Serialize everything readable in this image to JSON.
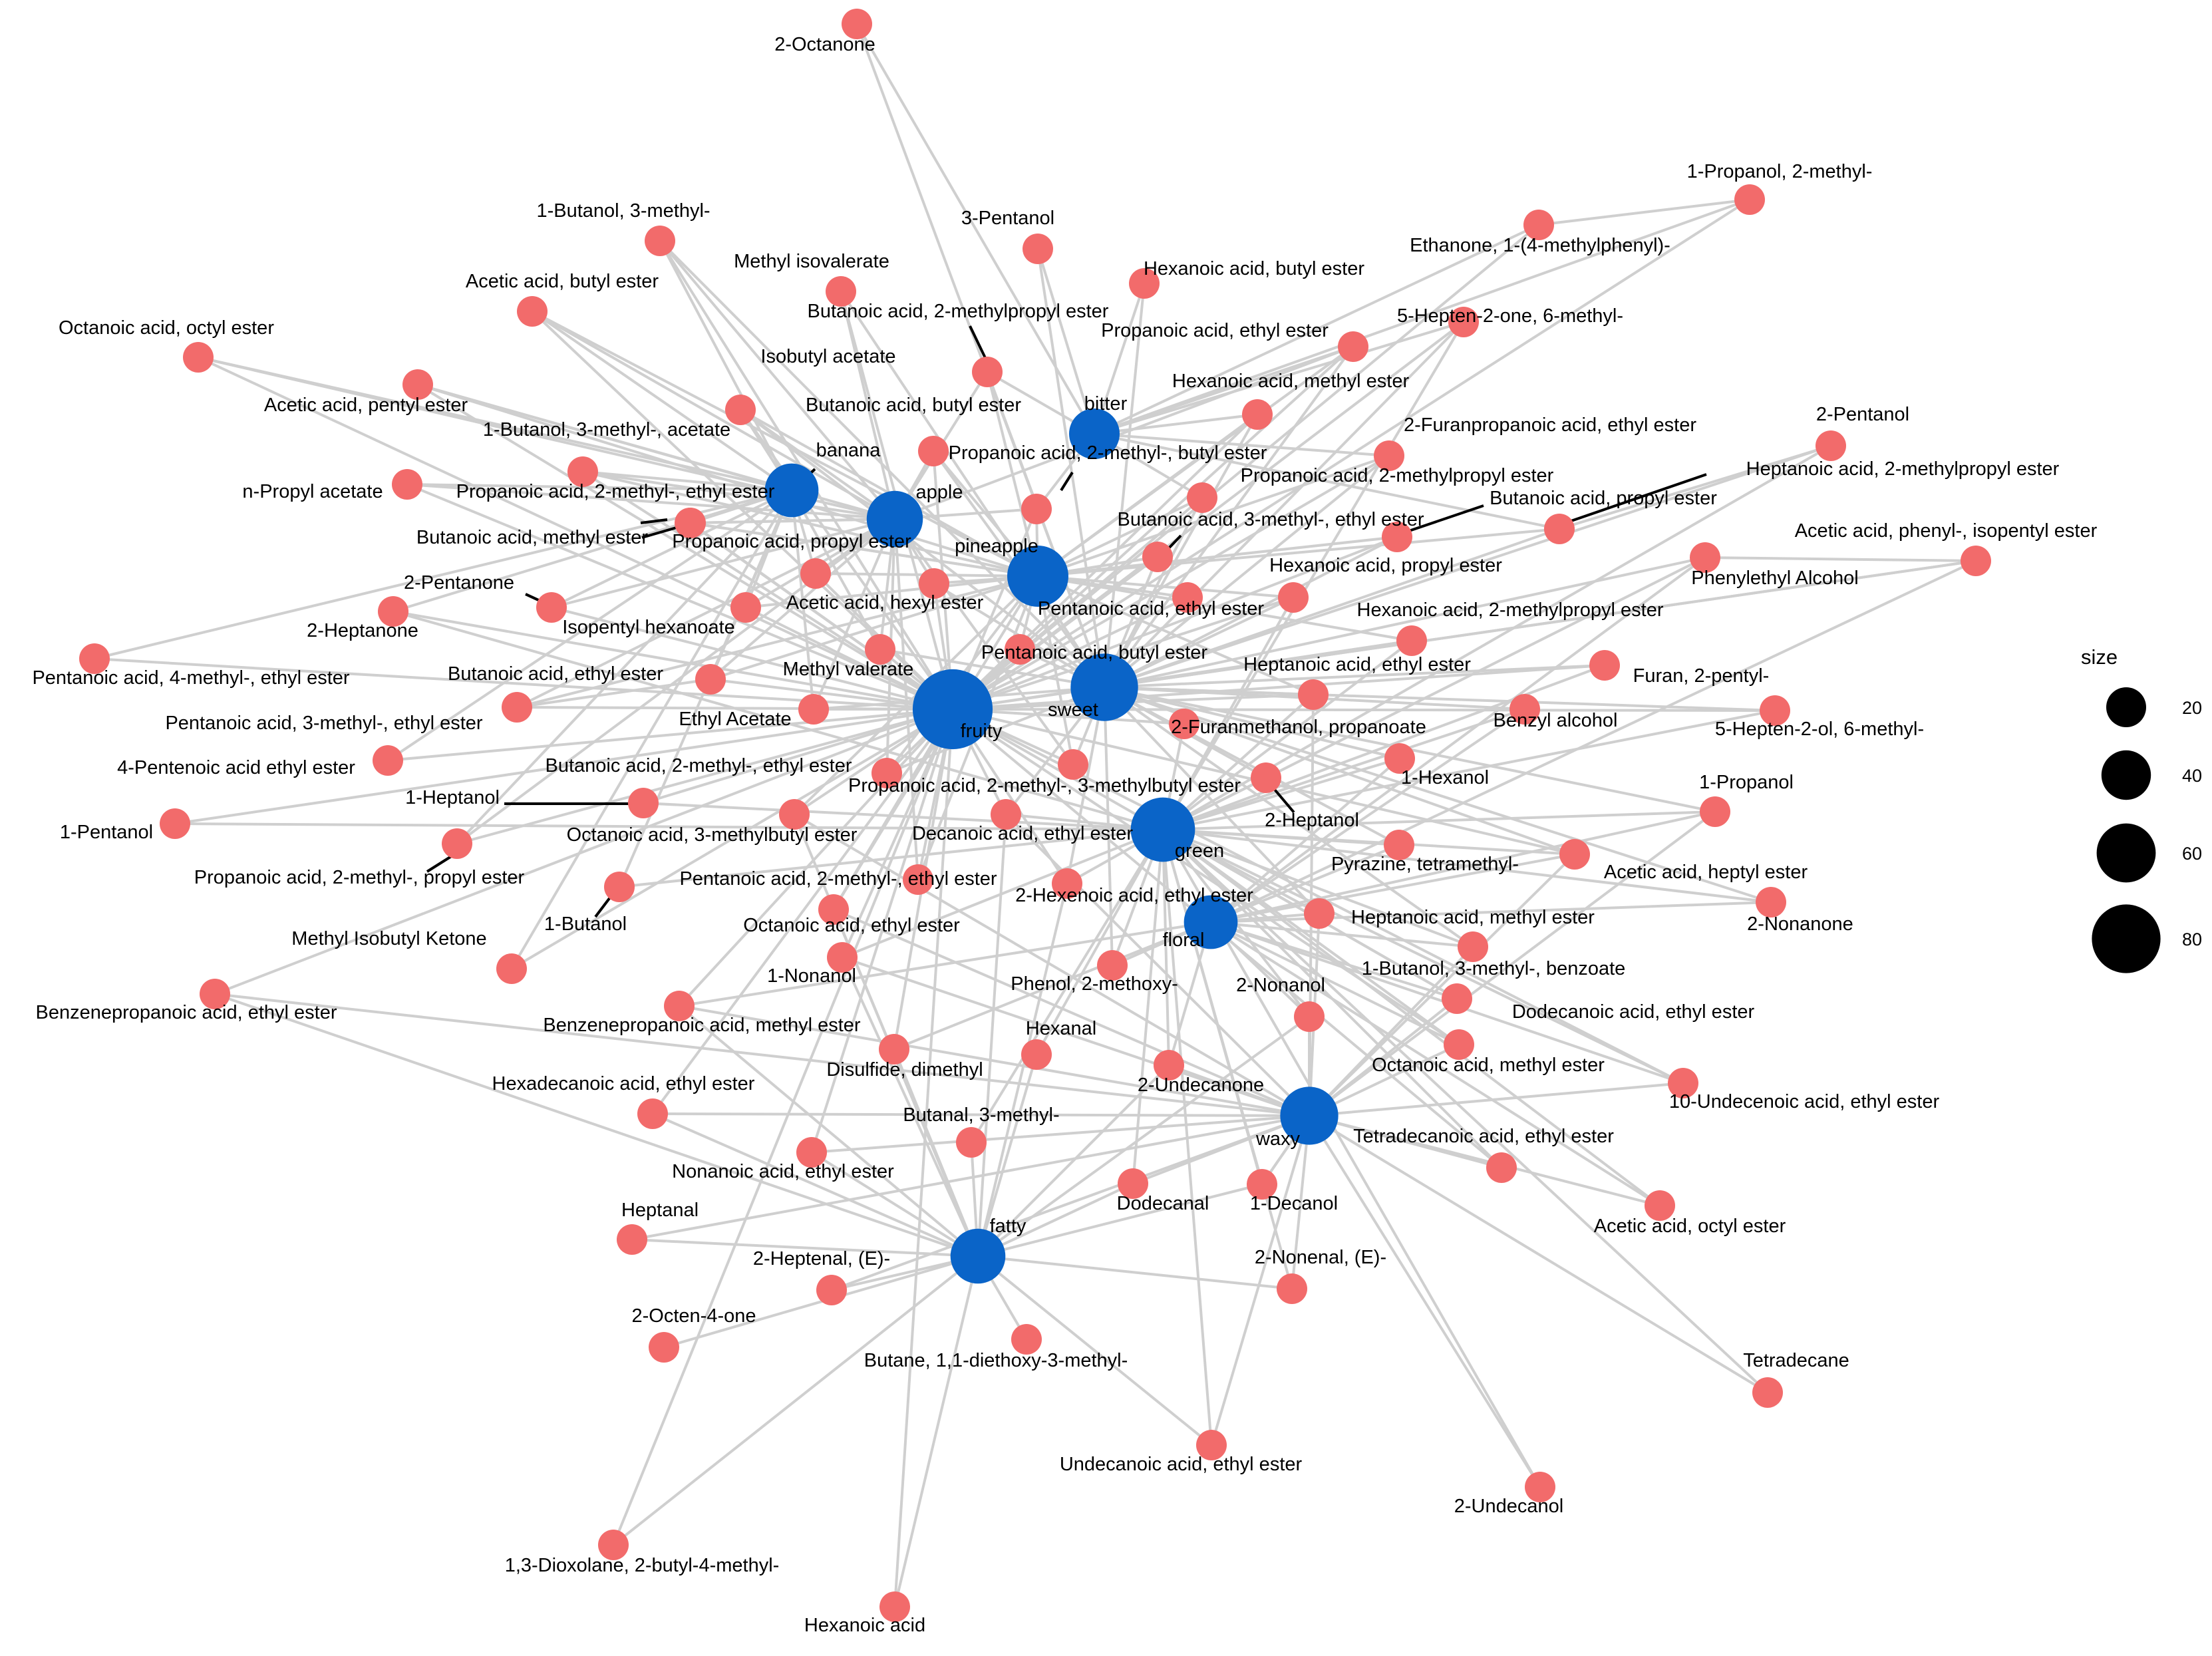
{
  "colors": {
    "category_node": "#0a64c8",
    "compound_node": "#f26b6b",
    "edge": "#cfcfcf",
    "leader": "#000000",
    "legend_dot": "#000000"
  },
  "legend": {
    "title": "size",
    "items": [
      {
        "label": "20",
        "value": 20
      },
      {
        "label": "40",
        "value": 40
      },
      {
        "label": "60",
        "value": 60
      },
      {
        "label": "80",
        "value": 80
      }
    ]
  },
  "category_nodes": [
    {
      "id": "fruity",
      "label": "fruity",
      "size": 80
    },
    {
      "id": "sweet",
      "label": "sweet",
      "size": 60
    },
    {
      "id": "green",
      "label": "green",
      "size": 55
    },
    {
      "id": "pineapple",
      "label": "pineapple",
      "size": 50
    },
    {
      "id": "waxy",
      "label": "waxy",
      "size": 45
    },
    {
      "id": "apple",
      "label": "apple",
      "size": 42
    },
    {
      "id": "fatty",
      "label": "fatty",
      "size": 40
    },
    {
      "id": "banana",
      "label": "banana",
      "size": 38
    },
    {
      "id": "floral",
      "label": "floral",
      "size": 38
    },
    {
      "id": "bitter",
      "label": "bitter",
      "size": 33
    }
  ],
  "compound_nodes": [
    {
      "id": "c1",
      "label": "2-Octanone"
    },
    {
      "id": "c2",
      "label": "1-Propanol, 2-methyl-"
    },
    {
      "id": "c3",
      "label": "1-Butanol, 3-methyl-"
    },
    {
      "id": "c4",
      "label": "3-Pentanol"
    },
    {
      "id": "c5",
      "label": "Ethanone, 1-(4-methylphenyl)-"
    },
    {
      "id": "c6",
      "label": "Methyl isovalerate"
    },
    {
      "id": "c7",
      "label": "Hexanoic acid, butyl ester"
    },
    {
      "id": "c8",
      "label": "Acetic acid, butyl ester"
    },
    {
      "id": "c9",
      "label": "Butanoic acid, 2-methylpropyl ester"
    },
    {
      "id": "c10",
      "label": "Octanoic acid, octyl ester"
    },
    {
      "id": "c11",
      "label": "Propanoic acid, ethyl ester"
    },
    {
      "id": "c12",
      "label": "5-Hepten-2-one, 6-methyl-"
    },
    {
      "id": "c13",
      "label": "Isobutyl acetate"
    },
    {
      "id": "c14",
      "label": "Hexanoic acid, methyl ester"
    },
    {
      "id": "c15",
      "label": "Acetic acid, pentyl ester"
    },
    {
      "id": "c16",
      "label": "Butanoic acid, butyl ester"
    },
    {
      "id": "c17",
      "label": "2-Furanpropanoic acid, ethyl ester"
    },
    {
      "id": "c18",
      "label": "1-Butanol, 3-methyl-, acetate"
    },
    {
      "id": "c19",
      "label": "2-Pentanol"
    },
    {
      "id": "c20",
      "label": "Propanoic acid, 2-methyl-, butyl ester"
    },
    {
      "id": "c21",
      "label": "Heptanoic acid, 2-methylpropyl ester"
    },
    {
      "id": "c22",
      "label": "n-Propyl acetate"
    },
    {
      "id": "c23",
      "label": "Propanoic acid, 2-methyl-, ethyl ester"
    },
    {
      "id": "c24",
      "label": "Propanoic acid, 2-methylpropyl ester"
    },
    {
      "id": "c25",
      "label": "Butanoic acid, propyl ester"
    },
    {
      "id": "c26",
      "label": "Butanoic acid, methyl ester"
    },
    {
      "id": "c27",
      "label": "Propanoic acid, propyl ester"
    },
    {
      "id": "c28",
      "label": "Butanoic acid, 3-methyl-, ethyl ester"
    },
    {
      "id": "c29",
      "label": "Acetic acid, phenyl-, isopentyl ester"
    },
    {
      "id": "c30",
      "label": "Phenylethyl Alcohol"
    },
    {
      "id": "c31",
      "label": "2-Pentanone"
    },
    {
      "id": "c32",
      "label": "Hexanoic acid, propyl ester"
    },
    {
      "id": "c33",
      "label": "2-Heptanone"
    },
    {
      "id": "c34",
      "label": "Isopentyl hexanoate"
    },
    {
      "id": "c35",
      "label": "Acetic acid, hexyl ester"
    },
    {
      "id": "c36",
      "label": "Pentanoic acid, ethyl ester"
    },
    {
      "id": "c37",
      "label": "Hexanoic acid, 2-methylpropyl ester"
    },
    {
      "id": "c38",
      "label": "Pentanoic acid, butyl ester"
    },
    {
      "id": "c39",
      "label": "Pentanoic acid, 4-methyl-, ethyl ester"
    },
    {
      "id": "c40",
      "label": "Butanoic acid, ethyl ester"
    },
    {
      "id": "c41",
      "label": "Methyl valerate"
    },
    {
      "id": "c42",
      "label": "Heptanoic acid, ethyl ester"
    },
    {
      "id": "c43",
      "label": "Furan, 2-pentyl-"
    },
    {
      "id": "c44",
      "label": "Pentanoic acid, 3-methyl-, ethyl ester"
    },
    {
      "id": "c45",
      "label": "Ethyl Acetate"
    },
    {
      "id": "c46",
      "label": "5-Hepten-2-ol, 6-methyl-"
    },
    {
      "id": "c47",
      "label": "2-Furanmethanol, propanoate"
    },
    {
      "id": "c48",
      "label": "Benzyl alcohol"
    },
    {
      "id": "c49",
      "label": "4-Pentenoic acid ethyl ester"
    },
    {
      "id": "c50",
      "label": "Butanoic acid, 2-methyl-, ethyl ester"
    },
    {
      "id": "c51",
      "label": "1-Hexanol"
    },
    {
      "id": "c52",
      "label": "1-Propanol"
    },
    {
      "id": "c53",
      "label": "Propanoic acid, 2-methyl-, 3-methylbutyl ester"
    },
    {
      "id": "c54",
      "label": "1-Heptanol"
    },
    {
      "id": "c55",
      "label": "2-Heptanol"
    },
    {
      "id": "c56",
      "label": "1-Pentanol"
    },
    {
      "id": "c57",
      "label": "Octanoic acid, 3-methylbutyl ester"
    },
    {
      "id": "c58",
      "label": "Decanoic acid, ethyl ester"
    },
    {
      "id": "c59",
      "label": "Pyrazine, tetramethyl-"
    },
    {
      "id": "c60",
      "label": "Acetic acid, heptyl ester"
    },
    {
      "id": "c61",
      "label": "Propanoic acid, 2-methyl-, propyl ester"
    },
    {
      "id": "c62",
      "label": "Pentanoic acid, 2-methyl-, ethyl ester"
    },
    {
      "id": "c63",
      "label": "2-Hexenoic acid, ethyl ester"
    },
    {
      "id": "c64",
      "label": "2-Nonanone"
    },
    {
      "id": "c65",
      "label": "1-Butanol"
    },
    {
      "id": "c66",
      "label": "Octanoic acid, ethyl ester"
    },
    {
      "id": "c67",
      "label": "Heptanoic acid, methyl ester"
    },
    {
      "id": "c68",
      "label": "Methyl Isobutyl Ketone"
    },
    {
      "id": "c69",
      "label": "1-Butanol, 3-methyl-, benzoate"
    },
    {
      "id": "c70",
      "label": "1-Nonanol"
    },
    {
      "id": "c71",
      "label": "Phenol, 2-methoxy-"
    },
    {
      "id": "c72",
      "label": "2-Nonanol"
    },
    {
      "id": "c73",
      "label": "Benzenepropanoic acid, ethyl ester"
    },
    {
      "id": "c74",
      "label": "Dodecanoic acid, ethyl ester"
    },
    {
      "id": "c75",
      "label": "Benzenepropanoic acid, methyl ester"
    },
    {
      "id": "c76",
      "label": "Hexanal"
    },
    {
      "id": "c77",
      "label": "Disulfide, dimethyl"
    },
    {
      "id": "c78",
      "label": "Octanoic acid, methyl ester"
    },
    {
      "id": "c79",
      "label": "Hexadecanoic acid, ethyl ester"
    },
    {
      "id": "c80",
      "label": "2-Undecanone"
    },
    {
      "id": "c81",
      "label": "10-Undecenoic acid, ethyl ester"
    },
    {
      "id": "c82",
      "label": "Butanal, 3-methyl-"
    },
    {
      "id": "c83",
      "label": "Tetradecanoic acid, ethyl ester"
    },
    {
      "id": "c84",
      "label": "Nonanoic acid, ethyl ester"
    },
    {
      "id": "c85",
      "label": "Dodecanal"
    },
    {
      "id": "c86",
      "label": "1-Decanol"
    },
    {
      "id": "c87",
      "label": "Acetic acid, octyl ester"
    },
    {
      "id": "c88",
      "label": "Heptanal"
    },
    {
      "id": "c89",
      "label": "2-Heptenal, (E)-"
    },
    {
      "id": "c90",
      "label": "2-Nonenal, (E)-"
    },
    {
      "id": "c91",
      "label": "2-Octen-4-one"
    },
    {
      "id": "c92",
      "label": "Butane, 1,1-diethoxy-3-methyl-"
    },
    {
      "id": "c93",
      "label": "Tetradecane"
    },
    {
      "id": "c94",
      "label": "Undecanoic acid, ethyl ester"
    },
    {
      "id": "c95",
      "label": "2-Undecanol"
    },
    {
      "id": "c96",
      "label": "1,3-Dioxolane, 2-butyl-4-methyl-"
    },
    {
      "id": "c97",
      "label": "Hexanoic acid"
    }
  ]
}
